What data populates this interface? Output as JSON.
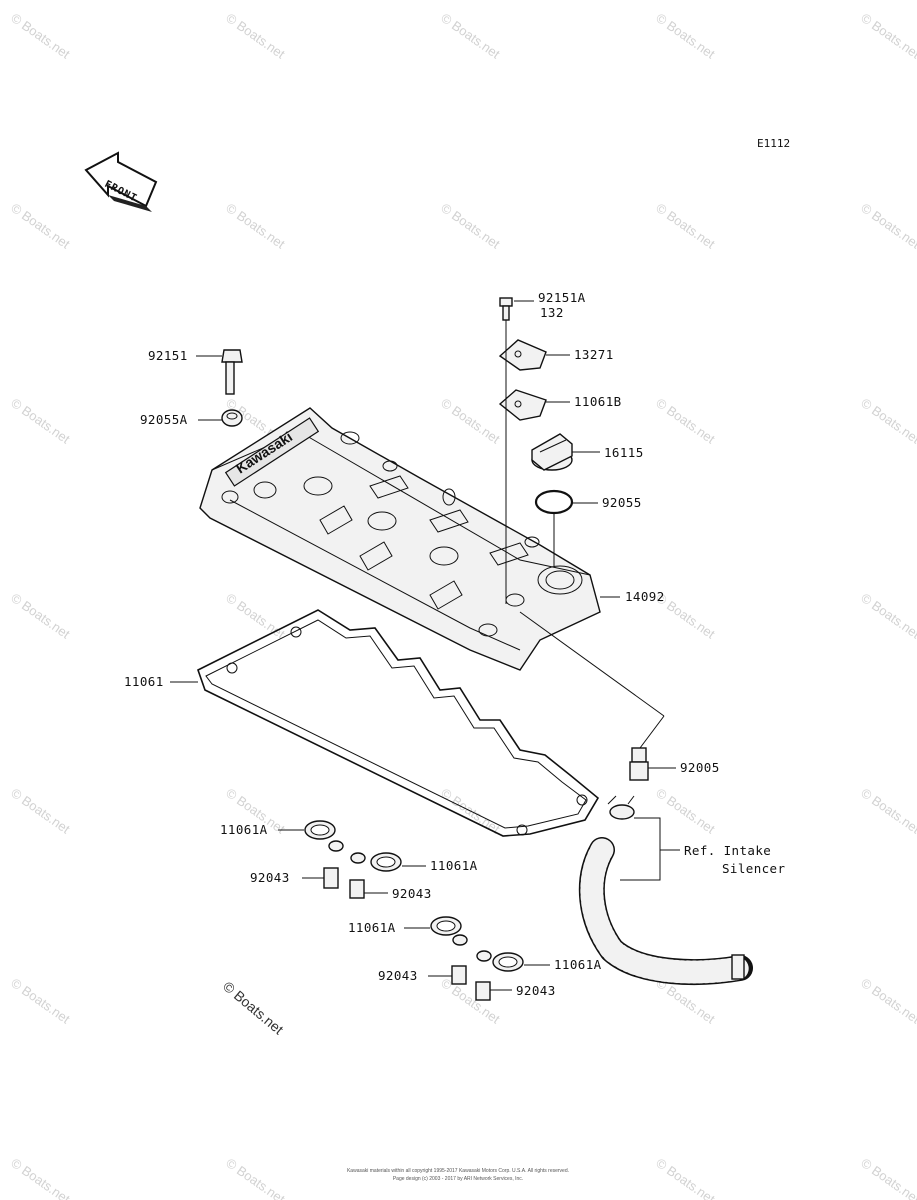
{
  "diagram": {
    "code": "E1112",
    "front_label": "FRONT",
    "brand_on_cover": "Kawasaki",
    "watermark": "© Boats.net",
    "copyright_line1": "Kawasaki materials within all copyright 1995-2017 Kawasaki Motors Corp. U.S.A. All rights reserved.",
    "copyright_line2": "Page design (c) 2003 - 2017 by ARI Network Services, Inc.",
    "callouts": {
      "c92151A": "92151A",
      "c132": "132",
      "c13271": "13271",
      "c11061B": "11061B",
      "c16115": "16115",
      "c92055": "92055",
      "c14092": "14092",
      "c92151": "92151",
      "c92055A": "92055A",
      "c11061": "11061",
      "c92005": "92005",
      "ref1": "Ref. Intake",
      "ref2": "Silencer",
      "a11061A_1": "11061A",
      "a92043_1": "92043",
      "a11061A_2": "11061A",
      "a92043_2": "92043",
      "a11061A_3": "11061A",
      "a92043_3": "92043",
      "a11061A_4": "11061A",
      "a92043_4": "92043"
    }
  }
}
